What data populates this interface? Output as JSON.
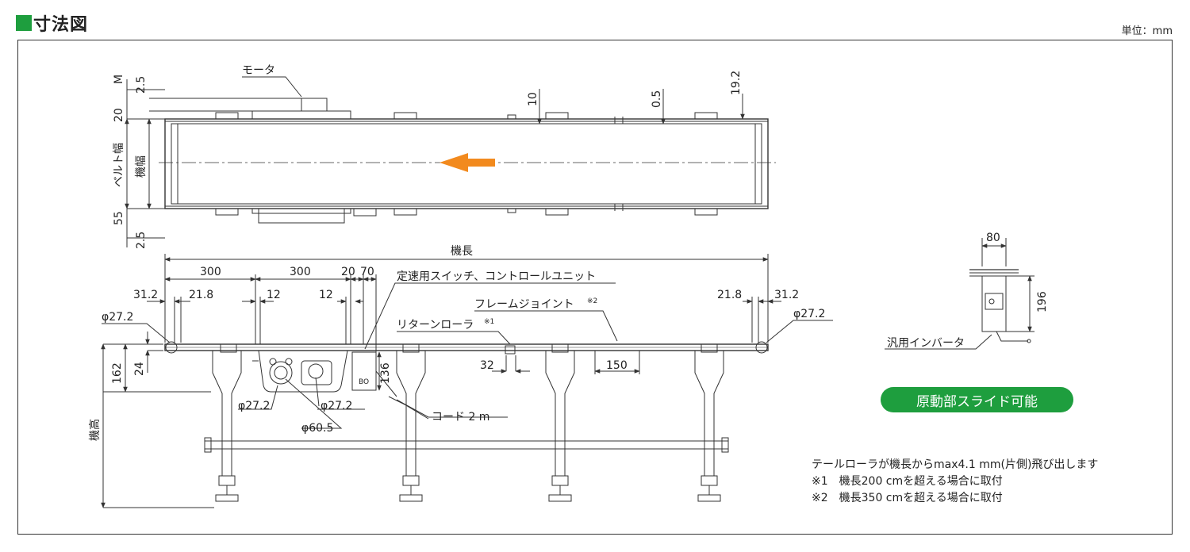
{
  "header": {
    "title": "寸法図",
    "unit": "単位：mm"
  },
  "badge": "原動部スライド可能",
  "notes": [
    "テールローラが機長からmax4.1 mm(片側)飛び出します",
    "※1　機長200 cmを超える場合に取付",
    "※2　機長350 cmを超える場合に取付"
  ],
  "top_view": {
    "motor_label": "モータ",
    "left_dims": {
      "m": "M",
      "d1": "2.5",
      "d2": "20",
      "belt_width": "ベルト幅",
      "machine_width": "機幅",
      "d3": "55",
      "d4": "2.5"
    },
    "top_dims": {
      "d10": "10",
      "d05": "0.5",
      "d192": "19.2"
    }
  },
  "side_view": {
    "machine_length": "機長",
    "d300a": "300",
    "d300b": "300",
    "d20": "20",
    "d70": "70",
    "controller_label": "定速用スイッチ、コントロールユニット",
    "frame_joint": "フレームジョイント",
    "frame_joint_mark": "※2",
    "return_roller": "リターンローラ",
    "return_roller_mark": "※1",
    "d312l": "31.2",
    "d218l": "21.8",
    "d12a": "12",
    "d12b": "12",
    "d218r": "21.8",
    "d312r": "31.2",
    "phi272l": "φ27.2",
    "phi272r": "φ27.2",
    "d162": "162",
    "d24": "24",
    "d136": "136",
    "d32": "32",
    "d150": "150",
    "phi272a": "φ27.2",
    "phi272b": "φ27.2",
    "phi605": "φ60.5",
    "cord": "コード 2 m",
    "machine_height": "機高",
    "switch_bo": "BO"
  },
  "end_view": {
    "d80": "80",
    "d196": "196",
    "inverter": "汎用インバータ"
  },
  "colors": {
    "accent": "#1e9e3e",
    "arrow": "#f28a1e",
    "line": "#333333"
  }
}
